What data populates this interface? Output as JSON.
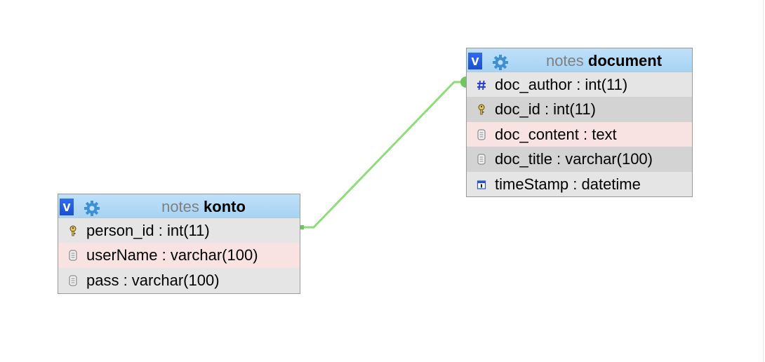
{
  "relation": {
    "from": "konto.person_id",
    "to": "document.doc_author",
    "color": "#8edc7a"
  },
  "tables": [
    {
      "id": "document",
      "toggle": "v",
      "db": "notes",
      "name": "document",
      "columns": [
        {
          "icon": "hash-icon",
          "text": "doc_author : int(11)"
        },
        {
          "icon": "key-icon",
          "text": "doc_id : int(11)"
        },
        {
          "icon": "text-icon",
          "text": "doc_content : text"
        },
        {
          "icon": "text-icon",
          "text": "doc_title : varchar(100)"
        },
        {
          "icon": "calendar-icon",
          "text": "timeStamp : datetime"
        }
      ]
    },
    {
      "id": "konto",
      "toggle": "v",
      "db": "notes",
      "name": "konto",
      "columns": [
        {
          "icon": "key-icon",
          "text": "person_id : int(11)"
        },
        {
          "icon": "text-icon",
          "text": "userName : varchar(100)"
        },
        {
          "icon": "text-icon",
          "text": "pass : varchar(100)"
        }
      ]
    }
  ],
  "colors": {
    "header_top": "#bfe0f8",
    "header_bottom": "#a7d3f4",
    "row_odd": "#e5e5e5",
    "row_even": "#d3d3d3",
    "row_highlight": "#f8e2e2",
    "toggle": "#1b4fcf",
    "gear": "#3d8fd6"
  }
}
